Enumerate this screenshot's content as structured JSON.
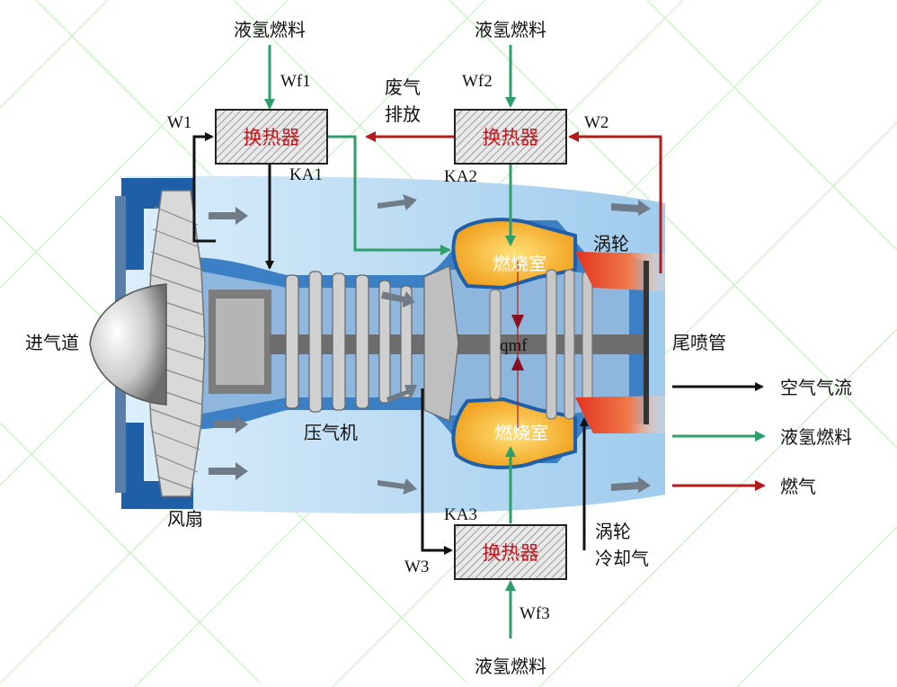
{
  "labels": {
    "fuel_top1": "液氢燃料",
    "fuel_top2": "液氢燃料",
    "fuel_bottom": "液氢燃料",
    "wf1": "Wf1",
    "wf2": "Wf2",
    "wf3": "Wf3",
    "w1": "W1",
    "w2": "W2",
    "w3": "W3",
    "ka1": "KA1",
    "ka2": "KA2",
    "ka3": "KA3",
    "hx1": "换热器",
    "hx2": "换热器",
    "hx3": "换热器",
    "exhaust_line1": "废气",
    "exhaust_line2": "排放",
    "turbine": "涡轮",
    "combustor_top": "燃烧室",
    "combustor_bottom": "燃烧室",
    "qmf": "qmf",
    "nozzle": "尾喷管",
    "inlet": "进气道",
    "compressor": "压气机",
    "fan": "风扇",
    "turbine_cooling_line1": "涡轮",
    "turbine_cooling_line2": "冷却气"
  },
  "legend": [
    {
      "label": "空气气流",
      "color": "#111111"
    },
    {
      "label": "液氢燃料",
      "color": "#2e9e6a"
    },
    {
      "label": "燃气",
      "color": "#b41c1c"
    }
  ],
  "colors": {
    "air": "#111111",
    "hydrogen": "#2e9e6a",
    "gas": "#b41c1c",
    "hx_text": "#c0161c",
    "casing_blue": "#2f6fb5",
    "light_blue": "#bcdcf2",
    "combustor_orange": "#f2a21a",
    "exhaust_red": "#e8402a"
  }
}
